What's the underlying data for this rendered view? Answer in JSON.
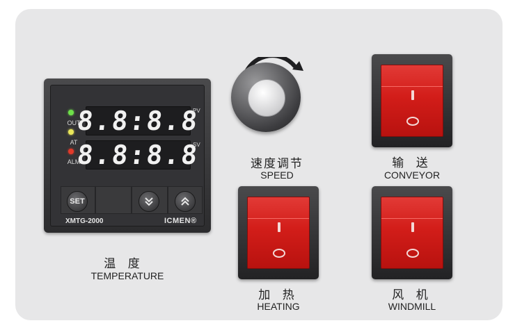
{
  "controller": {
    "indicators": {
      "out": "OUT",
      "at": "AT",
      "alm": "ALM"
    },
    "pv_display": "8.8:8.8",
    "sv_display": "8.8:8.8",
    "pv_tag": "PV",
    "sv_tag": "SV",
    "set_button": "SET",
    "model": "XMTG-2000",
    "brand": "ICMEN®"
  },
  "labels": {
    "temperature_cn": "温 度",
    "temperature_en": "TEMPERATURE",
    "speed_cn": "速度调节",
    "speed_en": "SPEED",
    "conveyor_cn": "输 送",
    "conveyor_en": "CONVEYOR",
    "heating_cn": "加 热",
    "heating_en": "HEATING",
    "windmill_cn": "风 机",
    "windmill_en": "WINDMILL"
  },
  "icons": {
    "down": "double-chevron-down-icon",
    "up": "double-chevron-up-icon",
    "rotate": "rotate-arrow-icon",
    "power_on": "power-on-symbol",
    "power_off": "power-off-symbol"
  },
  "colors": {
    "panel": "#e7e7e8",
    "rocker_red": "#d21d19",
    "led_green": "#6ee04a",
    "led_yellow": "#e9e65a",
    "led_red": "#e03a2a"
  }
}
